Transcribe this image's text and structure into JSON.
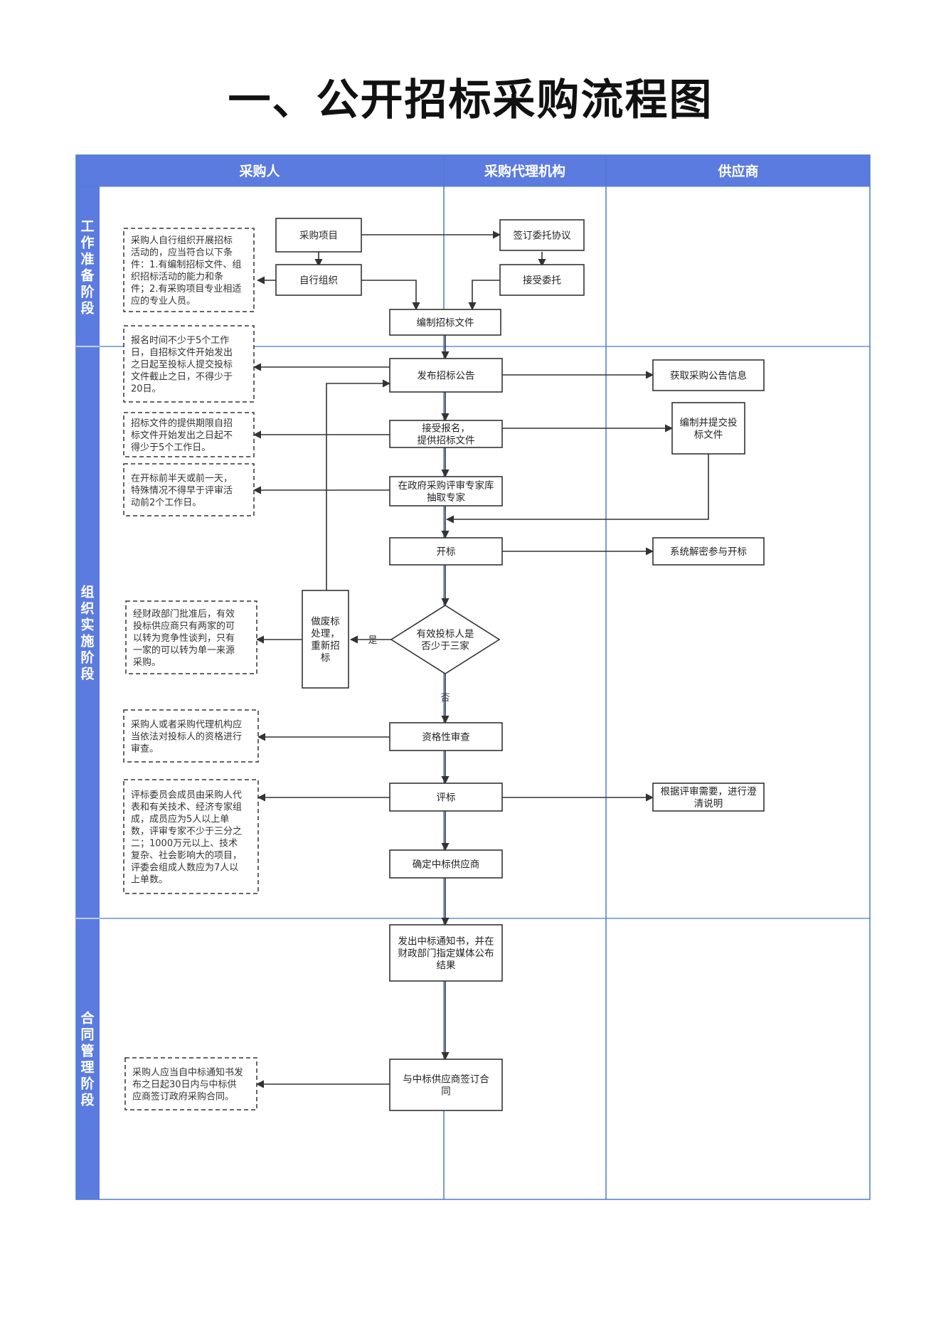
{
  "title": "一、公开招标采购流程图",
  "colors": {
    "header": "#5b7be0",
    "lane_line": "#4a7ccc",
    "box_border": "#333333",
    "arrow": "#333333"
  },
  "lanes": [
    "采购人",
    "采购代理机构",
    "供应商"
  ],
  "stages": [
    {
      "id": "s1",
      "chars": [
        "工",
        "作",
        "准",
        "备",
        "阶",
        "段"
      ]
    },
    {
      "id": "s2",
      "chars": [
        "组",
        "织",
        "实",
        "施",
        "阶",
        "段"
      ]
    },
    {
      "id": "s3",
      "chars": [
        "合",
        "同",
        "管",
        "理",
        "阶",
        "段"
      ]
    }
  ],
  "nodes": {
    "n_project": {
      "lines": [
        "采购项目"
      ]
    },
    "n_self": {
      "lines": [
        "自行组织"
      ]
    },
    "n_sign": {
      "lines": [
        "签订委托协议"
      ]
    },
    "n_accept": {
      "lines": [
        "接受委托"
      ]
    },
    "n_compile": {
      "lines": [
        "编制招标文件"
      ]
    },
    "n_publish": {
      "lines": [
        "发布招标公告"
      ]
    },
    "n_getinfo": {
      "lines": [
        "获取采购公告信息"
      ]
    },
    "n_register": {
      "lines": [
        "接受报名，",
        "提供招标文件"
      ]
    },
    "n_bidfile": {
      "lines": [
        "编制并提交投",
        "标文件"
      ]
    },
    "n_expert": {
      "lines": [
        "在政府采购评审专家库",
        "抽取专家"
      ]
    },
    "n_open": {
      "lines": [
        "开标"
      ]
    },
    "n_decrypt": {
      "lines": [
        "系统解密参与开标"
      ]
    },
    "n_decision": {
      "lines": [
        "有效投标人是",
        "否少于三家"
      ]
    },
    "n_abandon": {
      "lines": [
        "做废标",
        "处理，",
        "重新招",
        "标"
      ]
    },
    "n_qualify": {
      "lines": [
        "资格性审查"
      ]
    },
    "n_evaluate": {
      "lines": [
        "评标"
      ]
    },
    "n_clarify": {
      "lines": [
        "根据评审需要，进行澄",
        "清说明"
      ]
    },
    "n_winner": {
      "lines": [
        "确定中标供应商"
      ]
    },
    "n_notice": {
      "lines": [
        "发出中标通知书，并在",
        "财政部门指定媒体公布",
        "结果"
      ]
    },
    "n_contract": {
      "lines": [
        "与中标供应商签订合",
        "同"
      ]
    }
  },
  "notes": {
    "note1": {
      "lines": [
        "采购人自行组织开展招标",
        "活动的，应当符合以下条",
        "件：1.有编制招标文件、组",
        "织招标活动的能力和条",
        "件；2.有采购项目专业相适",
        "应的专业人员。"
      ]
    },
    "note2": {
      "lines": [
        "报名时间不少于5个工作",
        "日，自招标文件开始发出",
        "之日起至投标人提交投标",
        "文件截止之日，不得少于",
        "20日。"
      ]
    },
    "note3": {
      "lines": [
        "招标文件的提供期限自招",
        "标文件开始发出之日起不",
        "得少于5个工作日。"
      ]
    },
    "note4": {
      "lines": [
        "在开标前半天或前一天，",
        "特殊情况不得早于评审活",
        "动前2个工作日。"
      ]
    },
    "note5": {
      "lines": [
        "经财政部门批准后，有效",
        "投标供应商只有两家的可",
        "以转为竞争性谈判，只有",
        "一家的可以转为单一来源",
        "采购。"
      ]
    },
    "note6": {
      "lines": [
        "采购人或者采购代理机构应",
        "当依法对投标人的资格进行",
        "审查。"
      ]
    },
    "note7": {
      "lines": [
        "评标委员会成员由采购人代",
        "表和有关技术、经济专家组",
        "成，成员应为5人以上单",
        "数，评审专家不少于三分之",
        "二；1000万元以上、技术",
        "复杂、社会影响大的项目，",
        "评委会组成人数应为7人以",
        "上单数。"
      ]
    },
    "note8": {
      "lines": [
        "采购人应当自中标通知书发",
        "布之日起30日内与中标供",
        "应商签订政府采购合同。"
      ]
    }
  },
  "edge_labels": {
    "yes": "是",
    "no": "否"
  }
}
